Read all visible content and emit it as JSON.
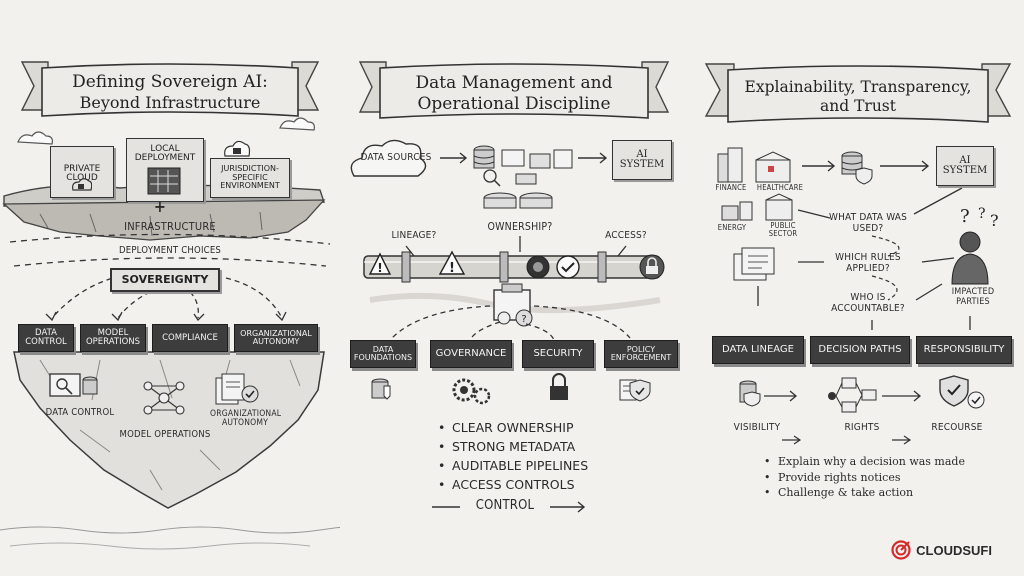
{
  "panel1": {
    "title_line1": "Defining Sovereign AI:",
    "title_line2": "Beyond Infrastructure",
    "top_boxes": [
      "Private Cloud",
      "Local Deployment",
      "Jurisdiction-Specific Environment"
    ],
    "plus": "+",
    "infrastructure": "Infrastructure",
    "deployment_choices": "Deployment Choices",
    "sovereignty": "Sovereignty",
    "pillars": [
      "Data Control",
      "Model Operations",
      "Compliance",
      "Organizational Autonomy"
    ],
    "under_labels": [
      "Data Control",
      "Model Operations",
      "Organizational Autonomy"
    ]
  },
  "panel2": {
    "title_line1": "Data Management and",
    "title_line2": "Operational Discipline",
    "data_sources": "Data Sources",
    "ai_system": "AI System",
    "questions": [
      "Lineage?",
      "Ownership?",
      "Access?"
    ],
    "pillars": [
      "Data Foundations",
      "Governance",
      "Security",
      "Policy Enforcement"
    ],
    "bullets": [
      "Clear Ownership",
      "Strong Metadata",
      "Auditable Pipelines",
      "Access Controls"
    ],
    "control": "Control"
  },
  "panel3": {
    "title_line1": "Explainability, Transparency,",
    "title_line2": "and Trust",
    "sectors": [
      "Finance",
      "Healthcare",
      "Energy",
      "Public Sector"
    ],
    "ai_system": "AI System",
    "questions": [
      "What data was used?",
      "Which rules applied?",
      "Who is accountable?"
    ],
    "impacted": "Impacted Parties",
    "pillars": [
      "Data Lineage",
      "Decision Paths",
      "Responsibility"
    ],
    "outcomes": [
      "Visibility",
      "Rights",
      "Recourse"
    ],
    "bullets": [
      "Explain why a decision was made",
      "Provide rights notices",
      "Challenge & take action"
    ]
  },
  "logo": {
    "text": "CLOUDSUFI",
    "color": "#d42a2a"
  }
}
